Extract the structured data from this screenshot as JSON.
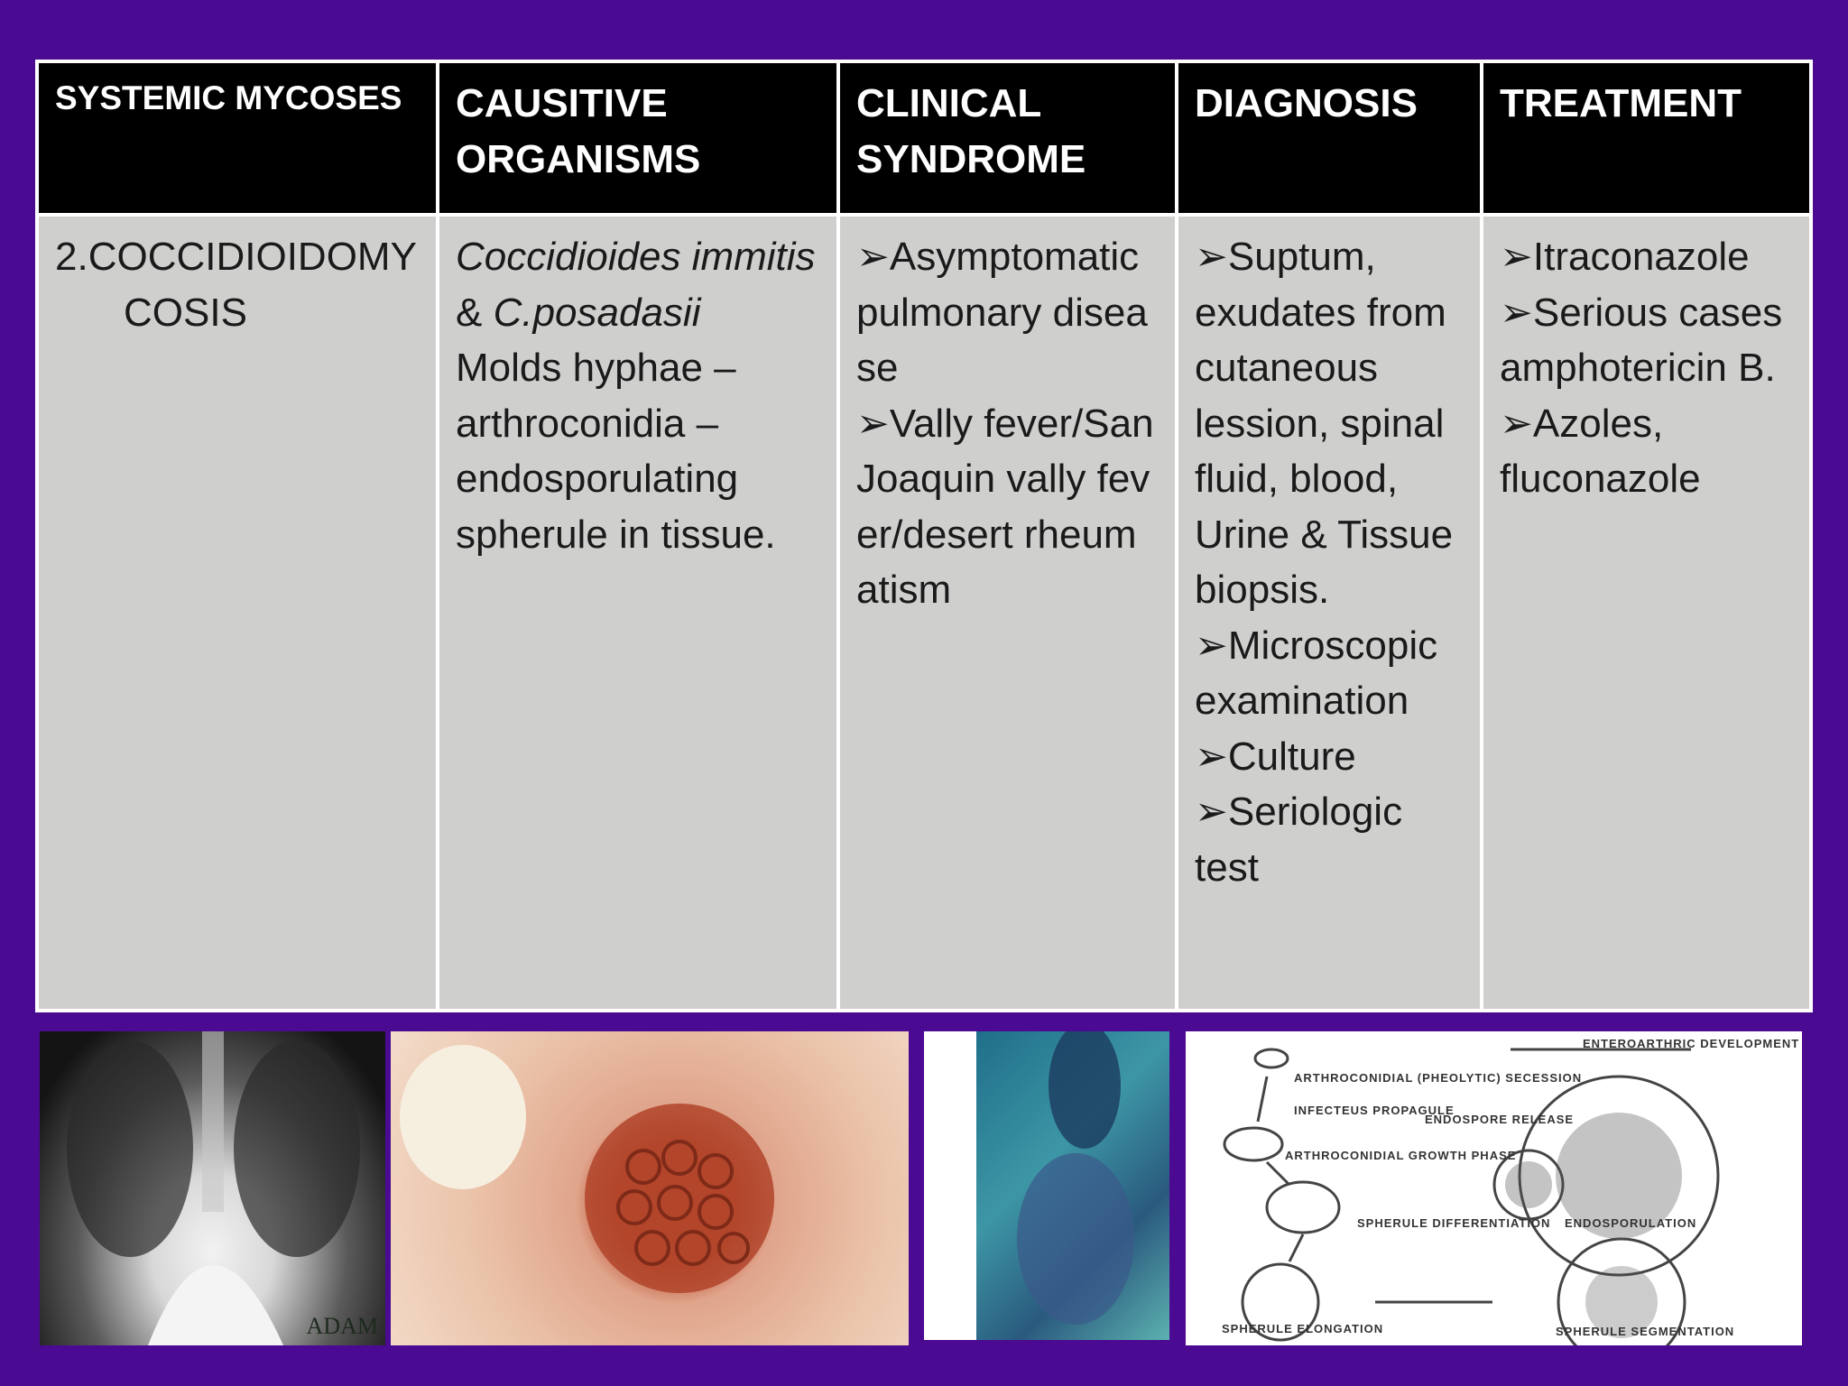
{
  "table": {
    "headers": [
      "SYSTEMIC MYCOSES",
      "CAUSITIVE ORGANISMS",
      "CLINICAL SYNDROME",
      "DIAGNOSIS",
      "TREATMENT"
    ],
    "row": {
      "disease_line1": "2.COCCIDIOIDOMY",
      "disease_line2": "COSIS",
      "organism_1": "Coccidioides immitis",
      "organism_amp": " & ",
      "organism_2": "C.posadasii",
      "organism_desc": "Molds hyphae – arthroconidia – endosporulating spherule in tissue.",
      "clinical": [
        "Asymptomatic pulmonary disease",
        "Vally fever/SanJoaquin vally fever/desert rheumatism"
      ],
      "diagnosis": [
        "Suptum, exudates from cutaneous lession, spinal fluid, blood, Urine & Tissue biopsis.",
        "Microscopic examination",
        "Culture",
        "Seriologic test"
      ],
      "treatment": [
        "Itraconazole",
        "Serious cases amphotericin B.",
        "Azoles, fluconazole"
      ]
    }
  },
  "images": {
    "xray_watermark": "ADAM",
    "lifecycle_labels": [
      "ENTEROARTHRIC DEVELOPMENT",
      "ARTHROCONIDIAL (PHEOLYTIC) SECESSION",
      "INFECTEUS PROPAGULE",
      "ENDOSPORE RELEASE",
      "ARTHROCONIDIAL GROWTH PHASE",
      "SPHERULE DIFFERENTIATION",
      "ENDOSPORULATION",
      "SPHERULE ELONGATION",
      "SPHERULE SEGMENTATION"
    ]
  }
}
